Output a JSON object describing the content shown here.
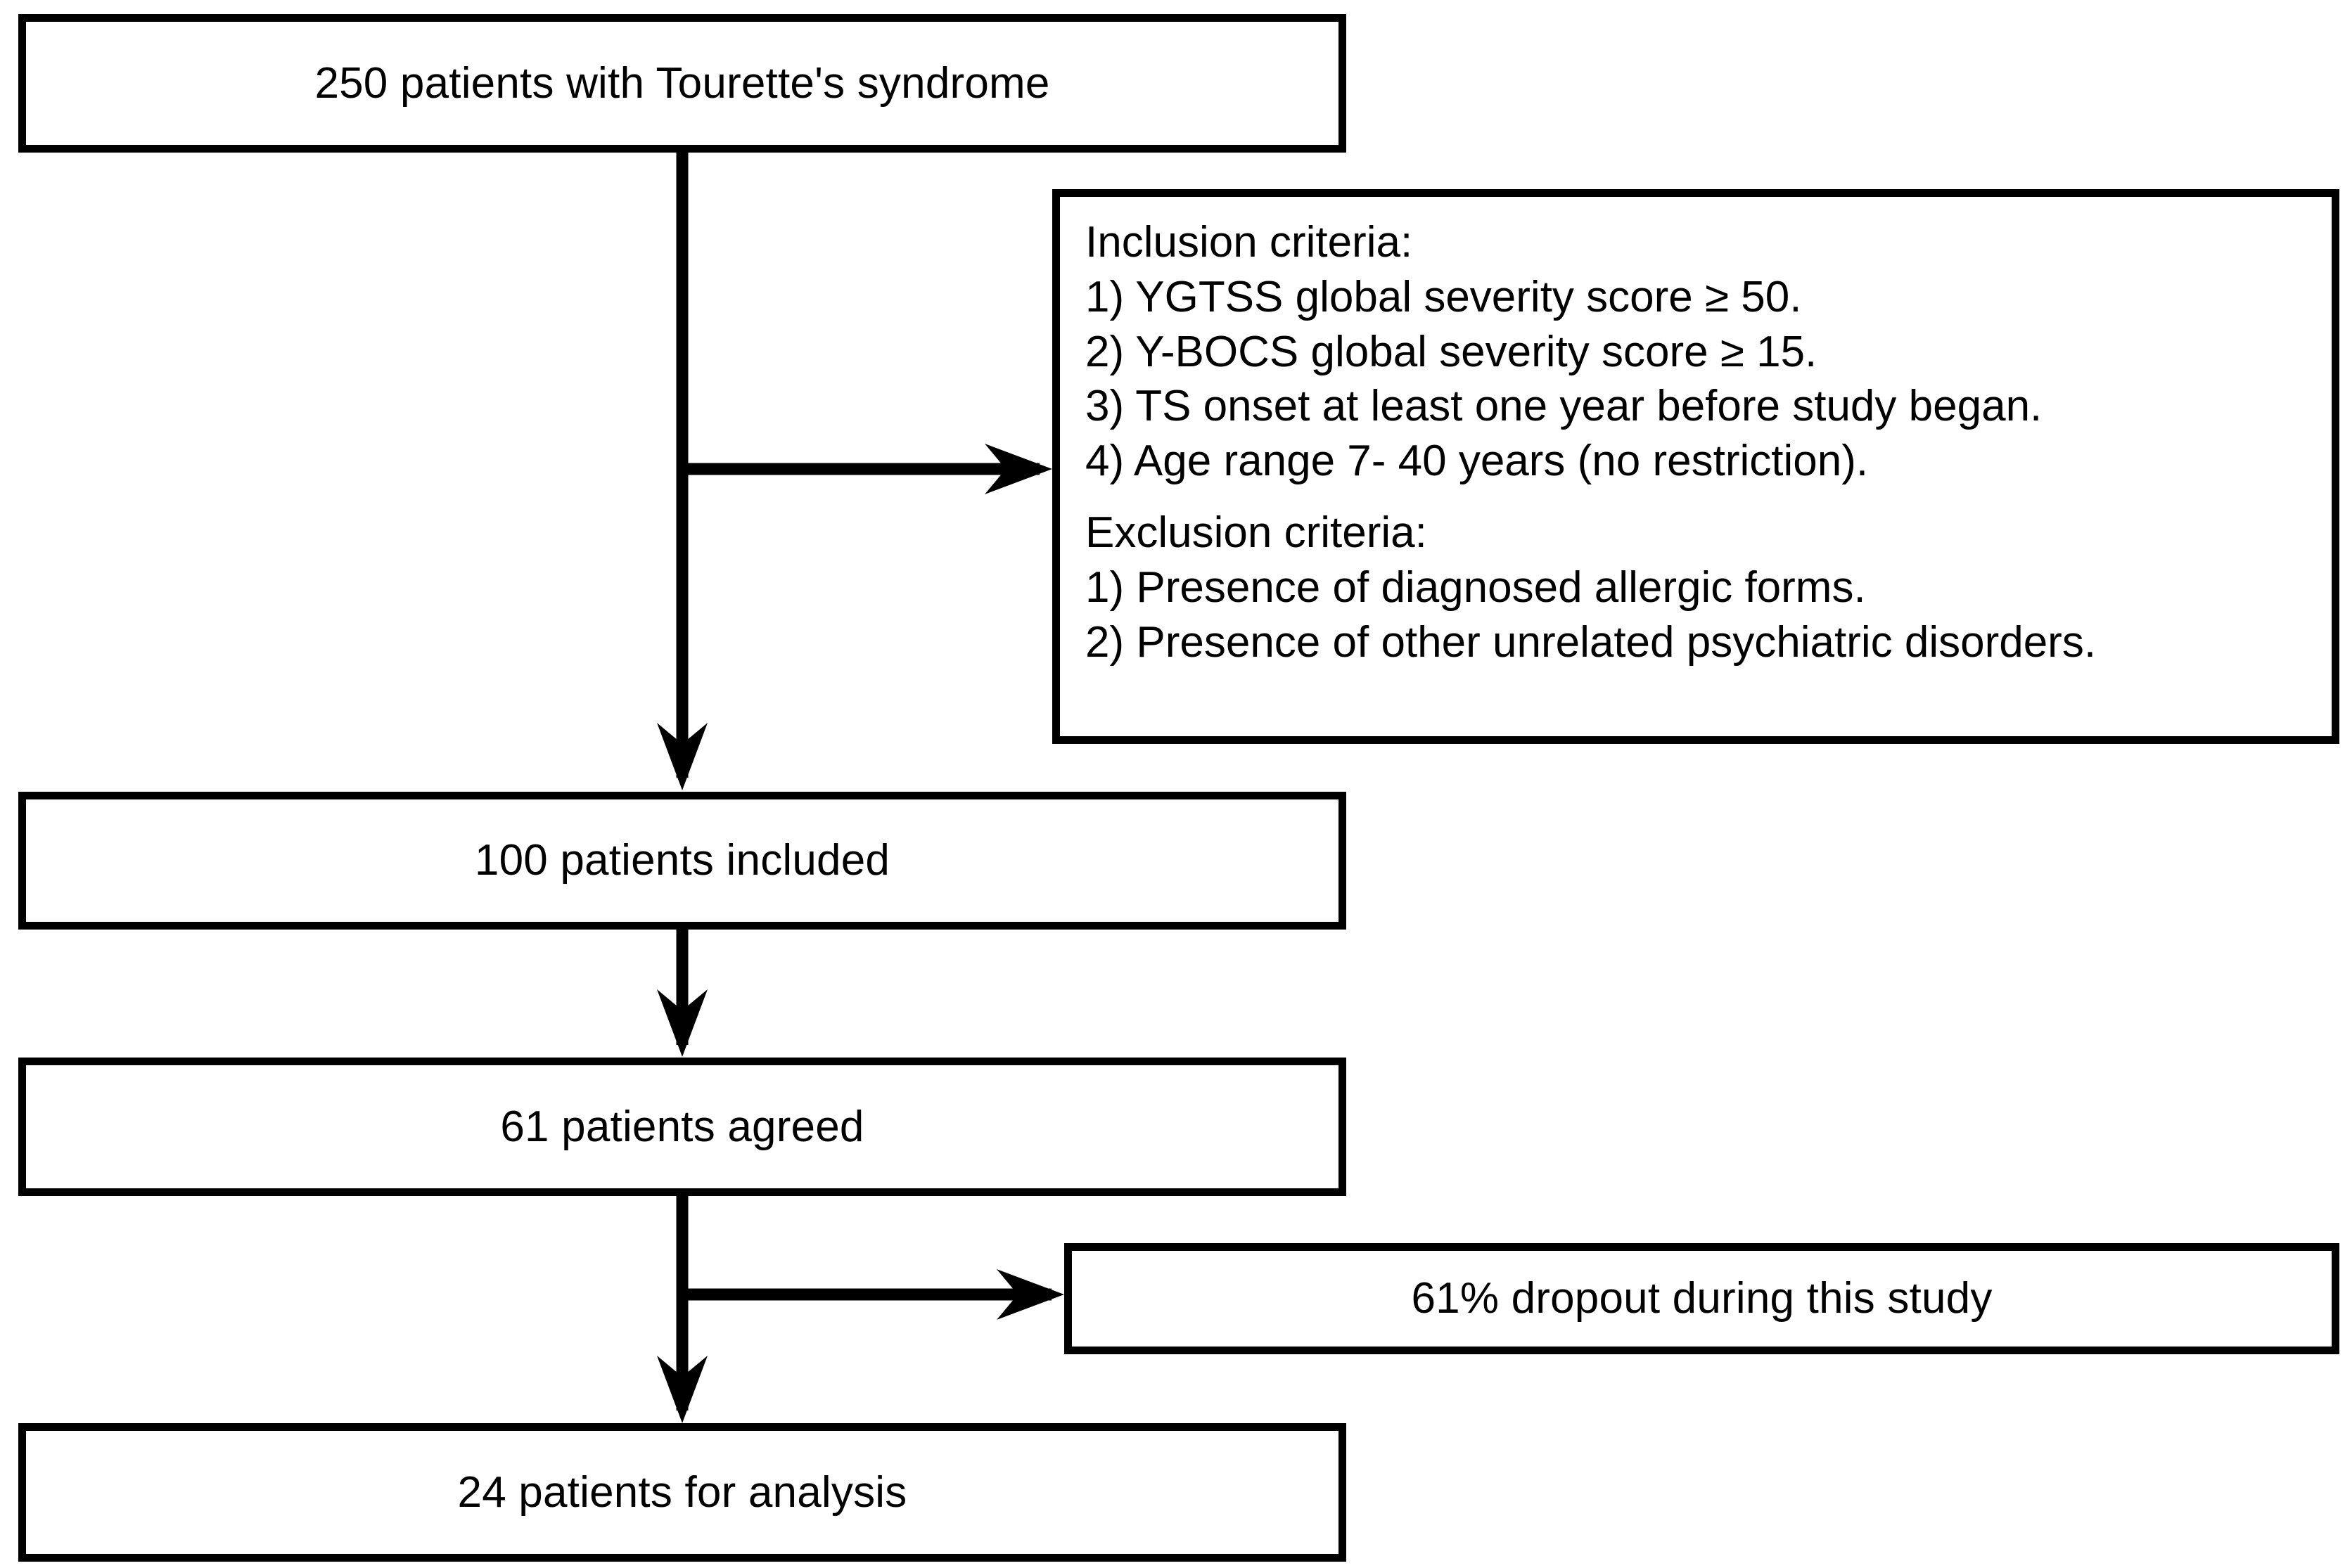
{
  "diagram": {
    "type": "flowchart",
    "title_text_not_rendered": false,
    "boxes": {
      "screened": {
        "label": "250 patients with Tourette's syndrome"
      },
      "included": {
        "label": "100 patients included"
      },
      "agreed": {
        "label": "61 patients agreed"
      },
      "analysis": {
        "label": "24 patients for analysis"
      },
      "dropout": {
        "label": "61% dropout during this study"
      },
      "criteria": {
        "inclusion_heading": "Inclusion criteria:",
        "inclusion_items": [
          "1) YGTSS global severity score ≥ 50.",
          "2) Y-BOCS global severity score ≥ 15.",
          "3) TS onset at least one year before study began.",
          "4) Age range 7- 40 years (no restriction)."
        ],
        "exclusion_heading": "Exclusion criteria:",
        "exclusion_items": [
          "1) Presence of diagnosed allergic forms.",
          "2) Presence of other unrelated psychiatric disorders."
        ]
      }
    },
    "colors": {
      "stroke": "#000000",
      "fill": "#ffffff",
      "text": "#000000"
    }
  }
}
